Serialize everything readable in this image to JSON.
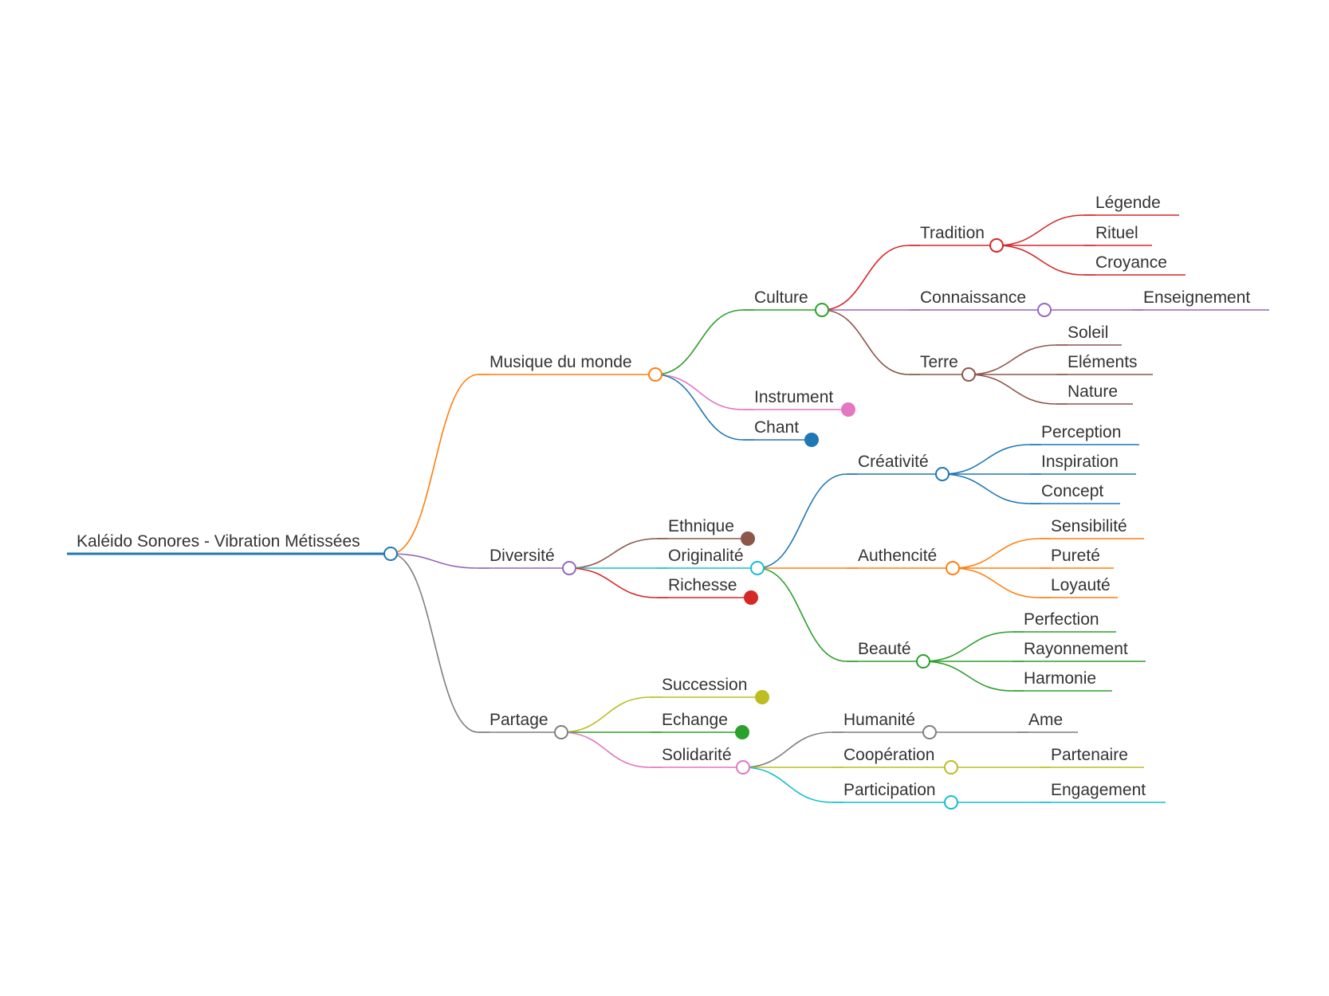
{
  "mindmap": {
    "root": {
      "label": "Kaléido Sonores - Vibration Métissées",
      "color": "#1f77b4"
    },
    "nodes": [
      {
        "id": "musique",
        "parent": "root",
        "label": "Musique du monde",
        "color": "#ff7f0e",
        "marker": "open"
      },
      {
        "id": "culture",
        "parent": "musique",
        "label": "Culture",
        "color": "#2ca02c",
        "marker": "open"
      },
      {
        "id": "tradition",
        "parent": "culture",
        "label": "Tradition",
        "color": "#d62728",
        "marker": "open"
      },
      {
        "id": "legende",
        "parent": "tradition",
        "label": "Légende",
        "color": "#d62728",
        "marker": "none"
      },
      {
        "id": "rituel",
        "parent": "tradition",
        "label": "Rituel",
        "color": "#d62728",
        "marker": "none"
      },
      {
        "id": "croyance",
        "parent": "tradition",
        "label": "Croyance",
        "color": "#d62728",
        "marker": "none"
      },
      {
        "id": "connaissance",
        "parent": "culture",
        "label": "Connaissance",
        "color": "#9467bd",
        "marker": "open"
      },
      {
        "id": "enseignement",
        "parent": "connaissance",
        "label": "Enseignement",
        "color": "#9467bd",
        "marker": "none"
      },
      {
        "id": "terre",
        "parent": "culture",
        "label": "Terre",
        "color": "#8c564b",
        "marker": "open"
      },
      {
        "id": "soleil",
        "parent": "terre",
        "label": "Soleil",
        "color": "#8c564b",
        "marker": "none"
      },
      {
        "id": "elements",
        "parent": "terre",
        "label": "Eléments",
        "color": "#8c564b",
        "marker": "none"
      },
      {
        "id": "nature",
        "parent": "terre",
        "label": "Nature",
        "color": "#8c564b",
        "marker": "none"
      },
      {
        "id": "instrument",
        "parent": "musique",
        "label": "Instrument",
        "color": "#e377c2",
        "marker": "filled"
      },
      {
        "id": "chant",
        "parent": "musique",
        "label": "Chant",
        "color": "#1f77b4",
        "marker": "filled"
      },
      {
        "id": "diversite",
        "parent": "root",
        "label": "Diversité",
        "color": "#9467bd",
        "marker": "open"
      },
      {
        "id": "ethnique",
        "parent": "diversite",
        "label": "Ethnique",
        "color": "#8c564b",
        "marker": "filled"
      },
      {
        "id": "originalite",
        "parent": "diversite",
        "label": "Originalité",
        "color": "#17becf",
        "marker": "open"
      },
      {
        "id": "creativite",
        "parent": "originalite",
        "label": "Créativité",
        "color": "#1f77b4",
        "marker": "open"
      },
      {
        "id": "perception",
        "parent": "creativite",
        "label": "Perception",
        "color": "#1f77b4",
        "marker": "none"
      },
      {
        "id": "inspiration",
        "parent": "creativite",
        "label": "Inspiration",
        "color": "#1f77b4",
        "marker": "none"
      },
      {
        "id": "concept",
        "parent": "creativite",
        "label": "Concept",
        "color": "#1f77b4",
        "marker": "none"
      },
      {
        "id": "authencite",
        "parent": "originalite",
        "label": "Authencité",
        "color": "#ff7f0e",
        "marker": "open"
      },
      {
        "id": "sensibilite",
        "parent": "authencite",
        "label": "Sensibilité",
        "color": "#ff7f0e",
        "marker": "none"
      },
      {
        "id": "purete",
        "parent": "authencite",
        "label": "Pureté",
        "color": "#ff7f0e",
        "marker": "none"
      },
      {
        "id": "loyaute",
        "parent": "authencite",
        "label": "Loyauté",
        "color": "#ff7f0e",
        "marker": "none"
      },
      {
        "id": "beaute",
        "parent": "originalite",
        "label": "Beauté",
        "color": "#2ca02c",
        "marker": "open"
      },
      {
        "id": "perfection",
        "parent": "beaute",
        "label": "Perfection",
        "color": "#2ca02c",
        "marker": "none"
      },
      {
        "id": "rayonnement",
        "parent": "beaute",
        "label": "Rayonnement",
        "color": "#2ca02c",
        "marker": "none"
      },
      {
        "id": "harmonie",
        "parent": "beaute",
        "label": "Harmonie",
        "color": "#2ca02c",
        "marker": "none"
      },
      {
        "id": "richesse",
        "parent": "diversite",
        "label": "Richesse",
        "color": "#d62728",
        "marker": "filled"
      },
      {
        "id": "partage",
        "parent": "root",
        "label": "Partage",
        "color": "#7f7f7f",
        "marker": "open"
      },
      {
        "id": "succession",
        "parent": "partage",
        "label": "Succession",
        "color": "#bcbd22",
        "marker": "filled"
      },
      {
        "id": "echange",
        "parent": "partage",
        "label": "Echange",
        "color": "#2ca02c",
        "marker": "filled"
      },
      {
        "id": "solidarite",
        "parent": "partage",
        "label": "Solidarité",
        "color": "#e377c2",
        "marker": "open"
      },
      {
        "id": "humanite",
        "parent": "solidarite",
        "label": "Humanité",
        "color": "#7f7f7f",
        "marker": "open"
      },
      {
        "id": "ame",
        "parent": "humanite",
        "label": "Ame",
        "color": "#7f7f7f",
        "marker": "none"
      },
      {
        "id": "cooperation",
        "parent": "solidarite",
        "label": "Coopération",
        "color": "#bcbd22",
        "marker": "open"
      },
      {
        "id": "partenaire",
        "parent": "cooperation",
        "label": "Partenaire",
        "color": "#bcbd22",
        "marker": "none"
      },
      {
        "id": "participation",
        "parent": "solidarite",
        "label": "Participation",
        "color": "#17becf",
        "marker": "open"
      },
      {
        "id": "engagement",
        "parent": "participation",
        "label": "Engagement",
        "color": "#17becf",
        "marker": "none"
      }
    ]
  }
}
